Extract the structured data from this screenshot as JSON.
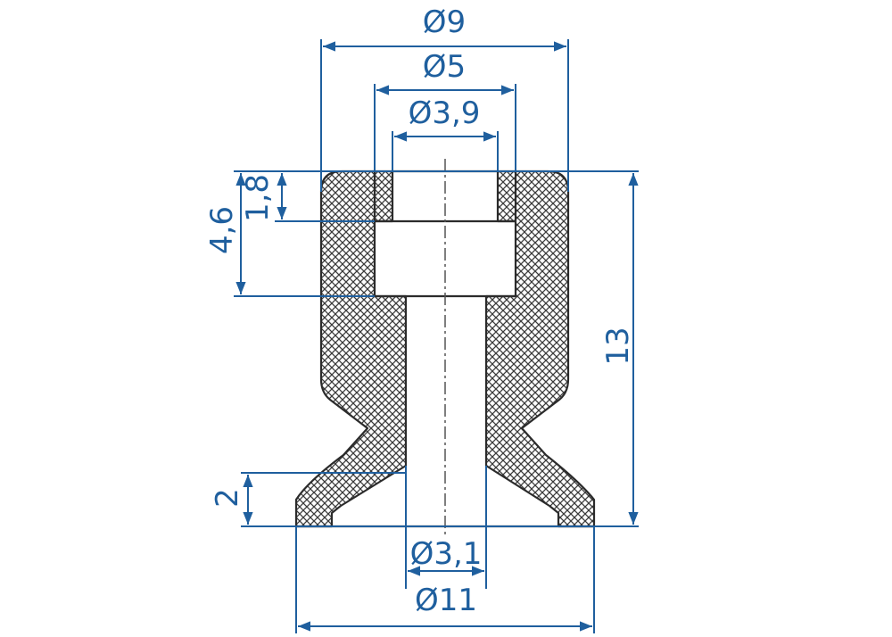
{
  "dimensions": {
    "top_outer_diameter": "Ø9",
    "top_mid_diameter": "Ø5",
    "top_inner_diameter": "Ø3,9",
    "bore_diameter": "Ø3,1",
    "lip_diameter": "Ø11",
    "upper_height": "4,6",
    "neck_height": "1,8",
    "total_height": "13",
    "lip_height": "2"
  },
  "colors": {
    "dimension": "#1f5f9e",
    "outline": "#2b2b2b",
    "hatch": "#3a3a3a"
  }
}
